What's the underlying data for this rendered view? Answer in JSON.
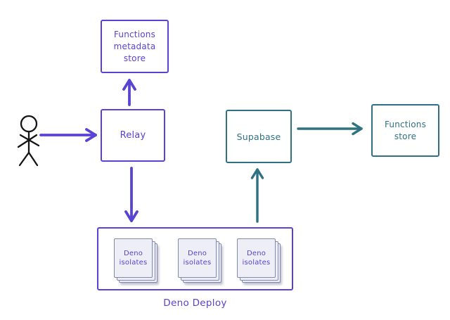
{
  "colors": {
    "purple": "#5843d2",
    "teal": "#2f7183",
    "sheet_fill": "#edeef6",
    "sheet_border": "#8289ae",
    "figure_black": "#141414",
    "background": "#ffffff"
  },
  "icons": {
    "person": "stick-figure-icon"
  },
  "nodes": {
    "functions_metadata_store": {
      "lines": [
        "Functions",
        "metadata",
        "store"
      ]
    },
    "relay": {
      "label": "Relay"
    },
    "supabase": {
      "label": "Supabase"
    },
    "functions_store": {
      "lines": [
        "Functions",
        "store"
      ]
    },
    "deno_deploy": {
      "label": "Deno Deploy"
    },
    "deno_isolates": {
      "lines": [
        "Deno",
        "isolates"
      ],
      "count": 3
    }
  },
  "edges": [
    {
      "from": "user",
      "to": "relay",
      "direction": "right",
      "color": "purple"
    },
    {
      "from": "relay",
      "to": "functions_metadata_store",
      "direction": "up",
      "color": "purple"
    },
    {
      "from": "relay",
      "to": "deno_deploy",
      "direction": "down",
      "color": "purple"
    },
    {
      "from": "deno_deploy",
      "to": "supabase",
      "direction": "up",
      "color": "teal"
    },
    {
      "from": "supabase",
      "to": "functions_store",
      "direction": "right",
      "color": "teal"
    }
  ]
}
